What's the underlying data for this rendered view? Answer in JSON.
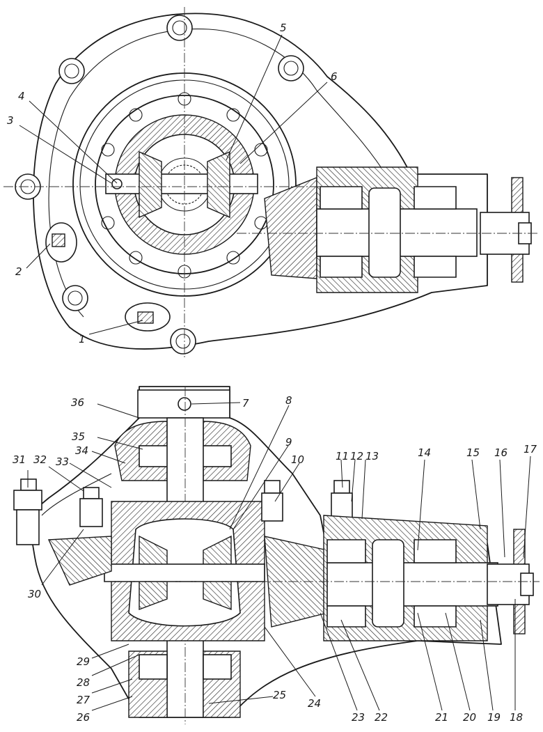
{
  "callouts_top": [
    "1",
    "2",
    "3",
    "4",
    "5",
    "6"
  ],
  "callouts_bottom": [
    "7",
    "8",
    "9",
    "10",
    "11",
    "12",
    "13",
    "14",
    "15",
    "16",
    "17",
    "18",
    "19",
    "20",
    "21",
    "22",
    "23",
    "24",
    "25",
    "26",
    "27",
    "28",
    "29",
    "30",
    "31",
    "32",
    "33",
    "34",
    "35",
    "36"
  ]
}
